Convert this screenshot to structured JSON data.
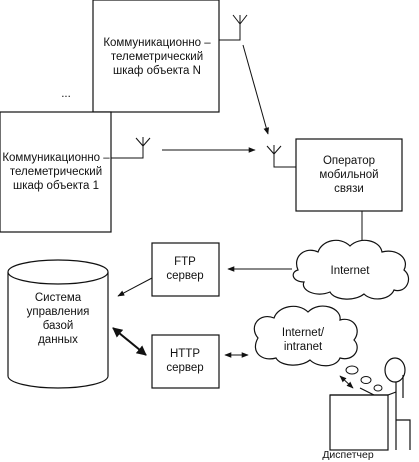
{
  "nodes": {
    "cabinet_n": {
      "lines": [
        "Коммуникационно –",
        "телеметрический",
        "шкаф объекта N"
      ]
    },
    "cabinet_1": {
      "lines": [
        "Коммуникационно –",
        "телеметрический",
        "шкаф объекта 1"
      ]
    },
    "ellipsis": "...",
    "operator": {
      "lines": [
        "Оператор",
        "мобильной",
        "связи"
      ]
    },
    "internet": "Internet",
    "ftp": {
      "lines": [
        "FTP",
        "сервер"
      ]
    },
    "database": {
      "lines": [
        "Система",
        "управления",
        "базой",
        "данных"
      ]
    },
    "http": {
      "lines": [
        "HTTP",
        "сервер"
      ]
    },
    "intranet": {
      "lines": [
        "Internet/",
        "intranet"
      ]
    },
    "dispatcher": "Диспетчер"
  },
  "colors": {
    "line": "#111111",
    "background": "#ffffff"
  },
  "icons": [
    "antenna-icon",
    "cloud-shape",
    "cylinder-shape",
    "person-at-desk-icon"
  ]
}
